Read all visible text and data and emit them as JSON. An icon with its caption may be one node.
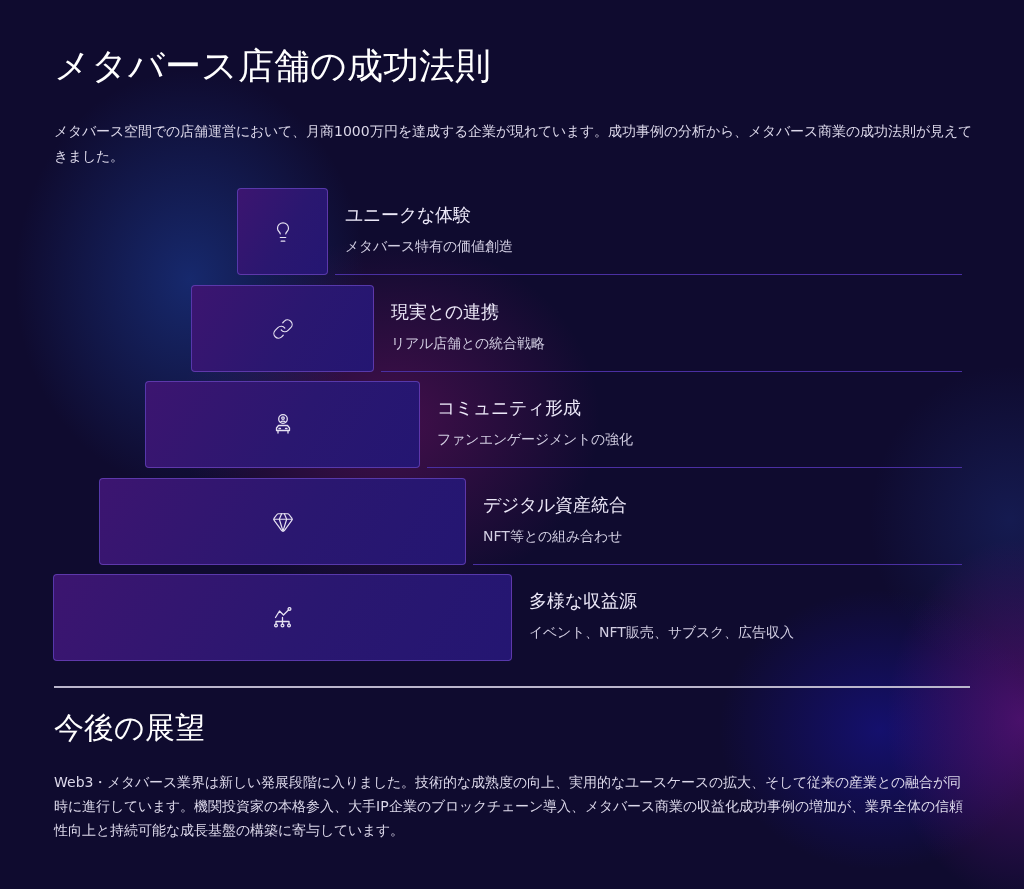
{
  "diagram": {
    "title": "メタバース店舗の成功法則",
    "nodes": [
      {
        "text": [],
        "shape": "box",
        "beside": [
          "ユニークな体験",
          "メタバース特有の価値創造"
        ]
      },
      {
        "text": [],
        "shape": "box",
        "beside": [
          "現実との連携",
          "リアル店舗との統合戦略"
        ]
      },
      {
        "text": [],
        "shape": "box",
        "beside": [
          "コミュニティ形成",
          "ファンエンゲージメントの強化"
        ]
      },
      {
        "text": [],
        "shape": "box",
        "beside": [
          "デジタル資産統合",
          "NFT等との組み合わせ"
        ]
      },
      {
        "text": [],
        "shape": "box",
        "beside": [
          "多様な収益源",
          "イベント、NFT販売、サブスク、広告収入"
        ]
      }
    ],
    "labels": [
      "メタバース空間での店舗運営において、月商1000万円を達成する企業が現れています。成功事例の分析から、メタバース商業の成功法則が見えてきました。",
      "今後の展望",
      "Web3・メタバース業界は新しい発展段階に入りました。技術的な成熟度の向上、実用的なユースケースの拡大、そして従来の産業との融合が同時に進行しています。機関投資家の本格参入、大手IP企業のブロックチェーン導入、メタバース商業の収益化成功事例の増加が、業界全体の信頼性向上と持続可能な成長基盤の構築に寄与しています。"
    ]
  }
}
